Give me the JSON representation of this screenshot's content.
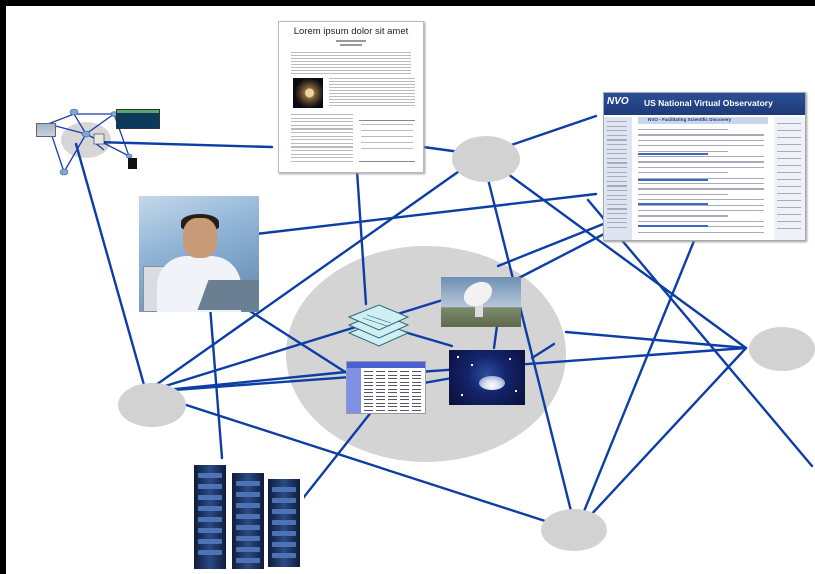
{
  "document": {
    "title": "Lorem ipsum dolor sit amet"
  },
  "nvo_page": {
    "logo": "NVO",
    "headline": "US National Virtual Observatory",
    "section_title": "NVO - Facilitating Scientific Discovery"
  },
  "colors": {
    "link_line": "#0d3ea6",
    "node_fill": "#d2d2d2",
    "hub_fill": "#d4d4d4",
    "frame_border": "#000000"
  },
  "icons": [
    "network-topology-icon",
    "stacked-layers-icon"
  ]
}
